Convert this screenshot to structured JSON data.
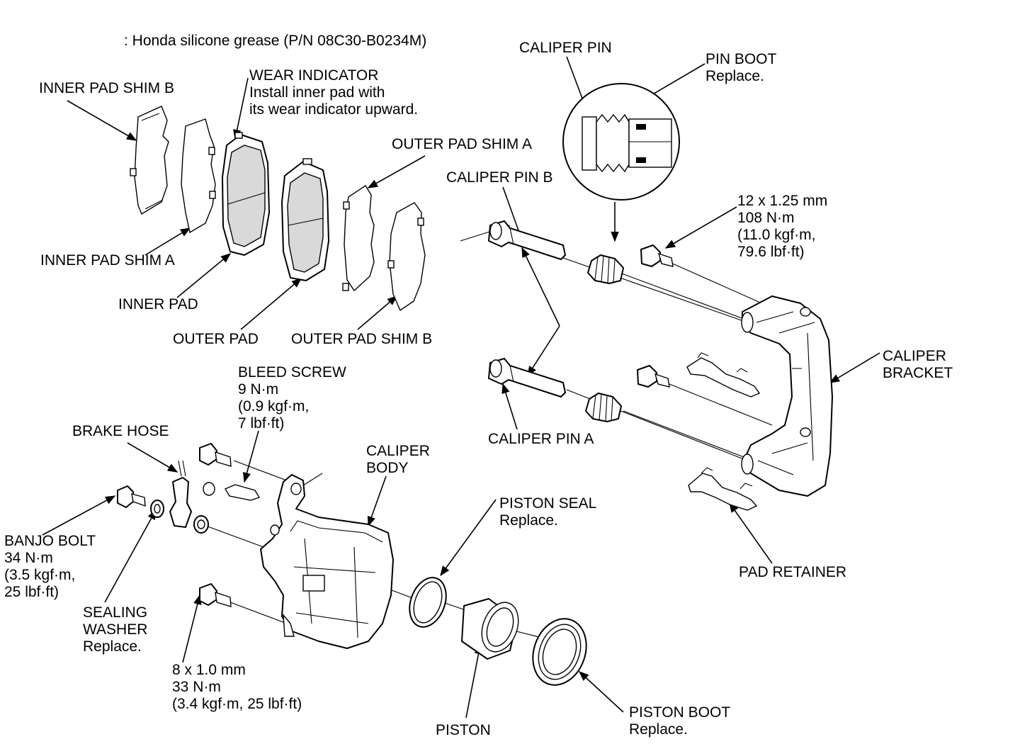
{
  "grease_note": ": Honda silicone grease (P/N 08C30-B0234M)",
  "labels": {
    "inner_pad_shim_b": "INNER PAD SHIM B",
    "wear_indicator": [
      "WEAR INDICATOR",
      "Install inner pad with",
      "its wear indicator upward."
    ],
    "inner_pad_shim_a": "INNER PAD SHIM A",
    "inner_pad": "INNER PAD",
    "outer_pad": "OUTER PAD",
    "outer_pad_shim_b": "OUTER PAD SHIM B",
    "outer_pad_shim_a": "OUTER PAD SHIM A",
    "caliper_pin": "CALIPER PIN",
    "pin_boot": [
      "PIN BOOT",
      "Replace."
    ],
    "caliper_pin_b": "CALIPER PIN B",
    "bracket_bolt": [
      "12 x 1.25 mm",
      "108 N·m",
      "(11.0 kgf·m,",
      "79.6 lbf·ft)"
    ],
    "caliper_bracket": [
      "CALIPER",
      "BRACKET"
    ],
    "bleed_screw": [
      "BLEED SCREW",
      "9 N·m",
      "(0.9 kgf·m,",
      "7 lbf·ft)"
    ],
    "brake_hose": "BRAKE HOSE",
    "caliper_body": [
      "CALIPER",
      "BODY"
    ],
    "caliper_pin_a": "CALIPER PIN A",
    "piston_seal": [
      "PISTON SEAL",
      "Replace."
    ],
    "banjo_bolt": [
      "BANJO BOLT",
      "34 N·m",
      "(3.5 kgf·m,",
      "25 lbf·ft)"
    ],
    "sealing_washer": [
      "SEALING",
      "WASHER",
      "Replace."
    ],
    "caliper_bolt": [
      "8 x 1.0 mm",
      "33 N·m",
      "(3.4 kgf·m, 25 lbf·ft)"
    ],
    "pad_retainer": "PAD RETAINER",
    "piston": "PISTON",
    "piston_boot": [
      "PISTON BOOT",
      "Replace."
    ]
  }
}
